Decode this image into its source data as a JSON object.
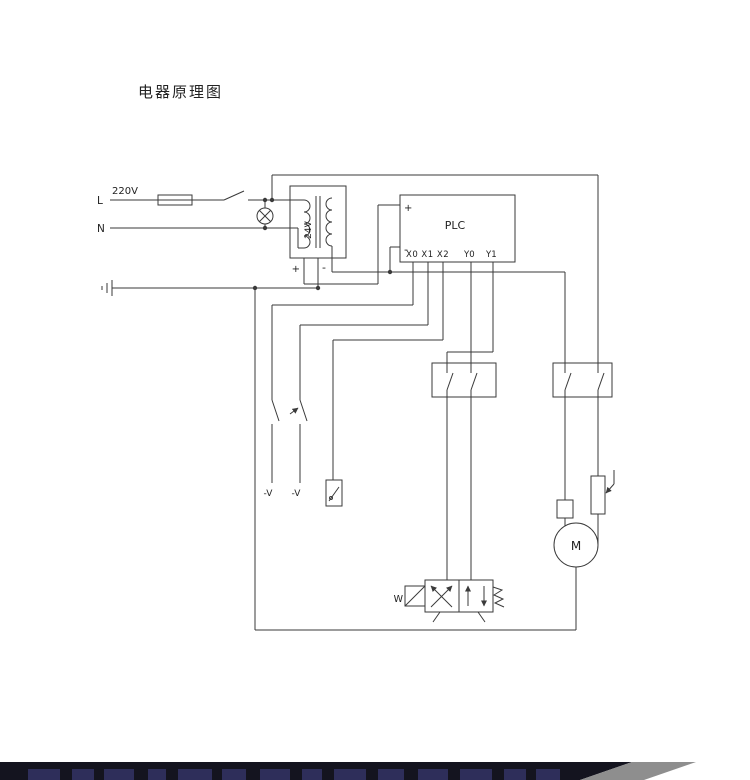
{
  "title": "电器原理图",
  "power": {
    "line_l": "L",
    "line_n": "N",
    "voltage": "220V"
  },
  "transformer": {
    "secondary_voltage": "24V",
    "plus": "+",
    "minus": "-"
  },
  "plc": {
    "name": "PLC",
    "plus": "+",
    "minus": "-",
    "inputs": "X0 X1 X2",
    "y0": "Y0",
    "y1": "Y1"
  },
  "signals": {
    "minus_v_1": "-V",
    "minus_v_2": "-V"
  },
  "motor": {
    "label": "M"
  },
  "valve": {
    "solenoid_label": "W"
  },
  "colors": {
    "line": "#3a3a3a",
    "background": "#ffffff",
    "footer_dark": "#14141f",
    "footer_gray": "#8e8e8e",
    "footer_fragment": "#2e2e5a"
  }
}
